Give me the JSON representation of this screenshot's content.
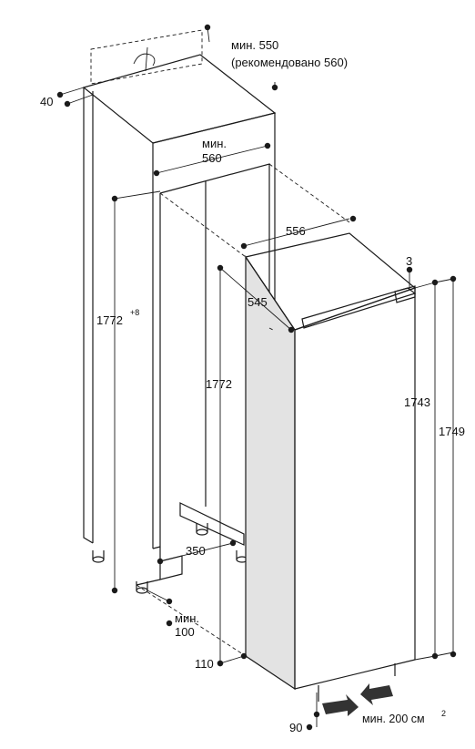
{
  "labels": {
    "min_550": "мин. 550",
    "recommended_560": "(рекомендовано 560)",
    "d40": "40",
    "min": "мин.",
    "d560": "560",
    "d556": "556",
    "d545": "545",
    "d3": "3",
    "h1772_plus": "1772",
    "plus8": "+8",
    "h1772": "1772",
    "h1743": "1743",
    "h1749": "1749",
    "d350": "350",
    "min2": "мин.",
    "d100": "100",
    "d110": "110",
    "d90": "90",
    "vent": "мин. 200 см",
    "vent_sup": "2"
  }
}
